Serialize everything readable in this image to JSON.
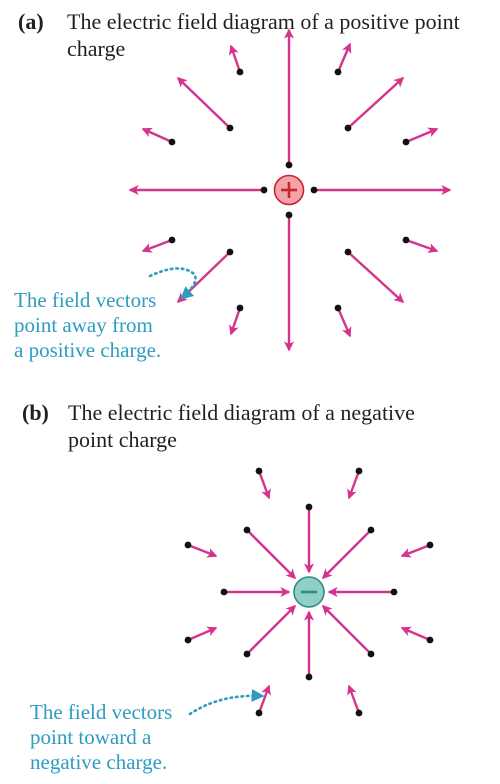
{
  "panel_a": {
    "tag": "(a)",
    "caption": "The electric field diagram of a positive point charge",
    "charge_symbol": "+",
    "note_lines": [
      "The field vectors",
      "point away from",
      "a positive charge."
    ]
  },
  "panel_b": {
    "tag": "(b)",
    "caption": "The electric field diagram of a negative point charge",
    "charge_symbol": "−",
    "note_lines": [
      "The field vectors",
      "point toward a",
      "negative charge."
    ]
  },
  "colors": {
    "vector": "#d6338c",
    "point": "#111111",
    "positive_fill": "#f4a3a8",
    "positive_stroke": "#c8262f",
    "negative_fill": "#8fcfc6",
    "negative_stroke": "#2b8f86",
    "note_text": "#2f9bc1",
    "note_pointer": "#2f9bc1",
    "caption_text": "#231f20"
  }
}
